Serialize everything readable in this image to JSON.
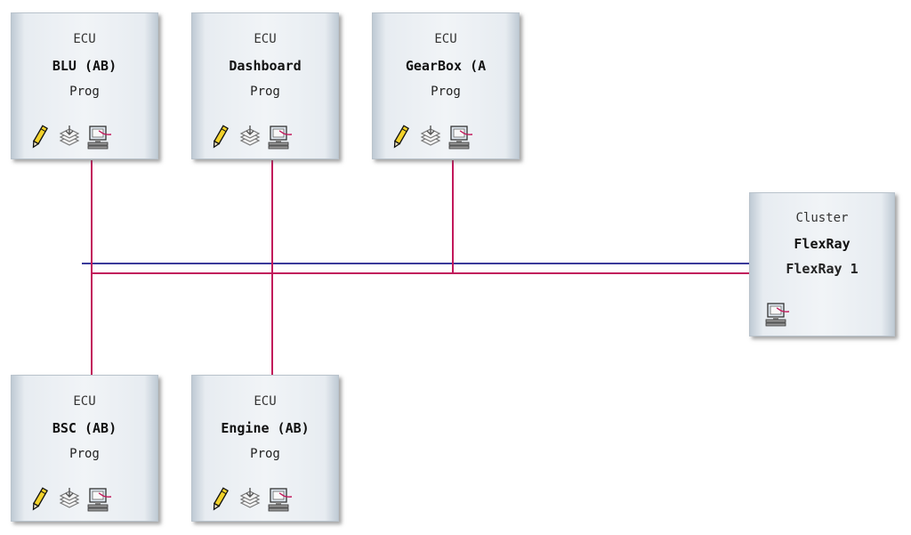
{
  "nodes": {
    "ecu_blu": {
      "type": "ECU",
      "name": "BLU (AB)",
      "sub": "Prog"
    },
    "ecu_dashboard": {
      "type": "ECU",
      "name": "Dashboard",
      "sub": "Prog"
    },
    "ecu_gearbox": {
      "type": "ECU",
      "name": "GearBox (A",
      "sub": "Prog"
    },
    "ecu_bsc": {
      "type": "ECU",
      "name": "BSC (AB)",
      "sub": "Prog"
    },
    "ecu_engine": {
      "type": "ECU",
      "name": "Engine (AB)",
      "sub": "Prog"
    },
    "cluster": {
      "type": "Cluster",
      "name": "FlexRay",
      "sub": "FlexRay 1"
    }
  },
  "icons": {
    "ecu_icons": [
      "pencil-icon",
      "stack-icon",
      "network-computer-icon"
    ],
    "cluster_icons": [
      "network-computer-icon"
    ]
  },
  "colors": {
    "channel_a": "#3a3a9a",
    "channel_b": "#c2185b",
    "pencil": "#f2d22a"
  }
}
